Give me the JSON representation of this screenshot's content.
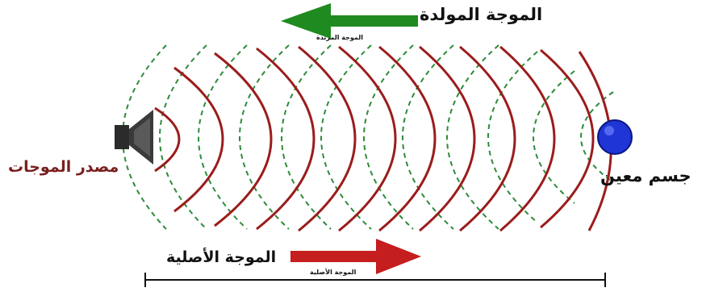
{
  "labels": {
    "generated_wave": "الموجة المولدة",
    "generated_wave_small": "الموجة المرتدة",
    "wave_source": "مصدر الموجات",
    "object": "جسم معين",
    "original_wave": "الموجة الأصلية",
    "original_wave_small": "الموجة الأصلية"
  },
  "colors": {
    "original_wave": "#9b1c1c",
    "reflected_wave": "#2e8b3a",
    "arrow_red": "#c41e1e",
    "arrow_green": "#1f8a1f",
    "object": "#1f35d6",
    "speaker": "#2b2b2b",
    "bracket": "#111111"
  },
  "icons": {
    "source": "speaker-icon",
    "object": "sphere-icon"
  }
}
